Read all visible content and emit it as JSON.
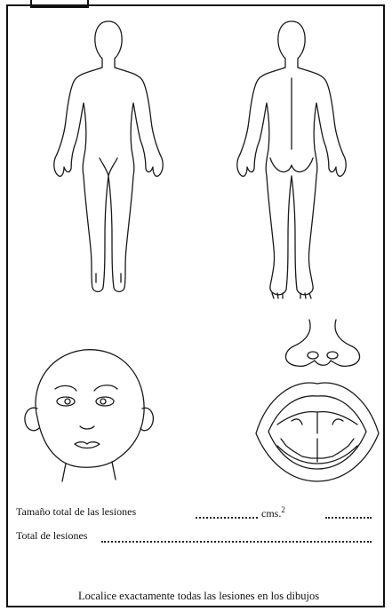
{
  "form": {
    "header_tab_text": "",
    "lesion_size_label": "Tamaño total de las lesiones",
    "lesion_size_unit": "cms.",
    "lesion_size_superscript": "2",
    "total_lesions_label": "Total de lesiones",
    "instruction": "Localice exactamente todas las lesiones en los dibujos"
  },
  "figures": [
    "body-front-outline",
    "body-back-outline",
    "infant-head-outline",
    "nose-outline",
    "open-mouth-outline"
  ]
}
